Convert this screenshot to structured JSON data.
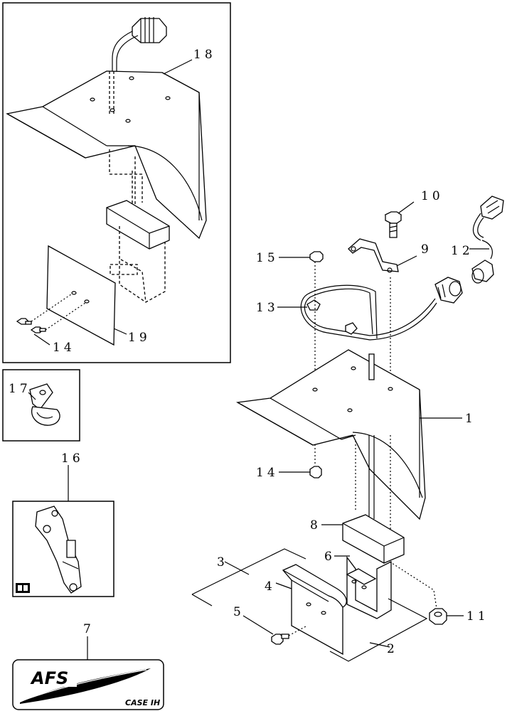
{
  "callouts": {
    "c1": "1",
    "c2": "2",
    "c3": "3",
    "c4": "4",
    "c5": "5",
    "c6": "6",
    "c7": "7",
    "c8": "8",
    "c9": "9",
    "c10": "10",
    "c11": "11",
    "c12": "12",
    "c13": "13",
    "c14": "14",
    "c14b": "14",
    "c15": "15",
    "c16": "16",
    "c17": "17",
    "c18": "18",
    "c19": "19"
  },
  "logo": {
    "afs": "AFS",
    "brand": "CASE IH"
  },
  "icons": [
    "book-icon"
  ]
}
